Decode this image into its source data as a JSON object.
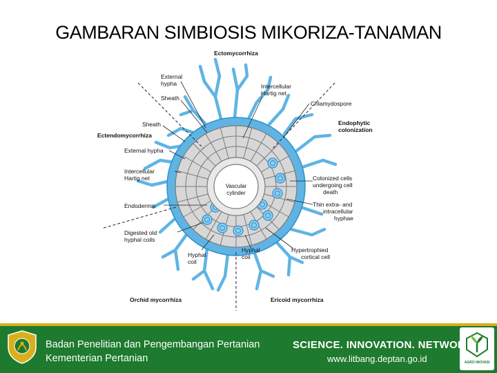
{
  "slide": {
    "title": "GAMBARAN SIMBIOSIS MIKORIZA-TANAMAN"
  },
  "diagram": {
    "labels": {
      "ectomycorrhiza": "Ectomycorrhiza",
      "external_hypha_top_1": "External",
      "external_hypha_top_2": "hypha",
      "sheath_top": "Sheath",
      "intercellular_hartig_top_1": "Intercellular",
      "intercellular_hartig_top_2": "Hartig net",
      "chlamydospore": "Chlamydospore",
      "endophytic_1": "Endophytic",
      "endophytic_2": "colonization",
      "sheath_left": "Sheath",
      "ectendomycorrhiza": "Ectendomycorrhiza",
      "external_hypha_left": "External hypha",
      "intercellular_hartig_left_1": "Intercellular",
      "intercellular_hartig_left_2": "Hartig net",
      "endodermis": "Endodermis",
      "vascular_1": "Vascular",
      "vascular_2": "cylinder",
      "colonized_1": "Colonized cells",
      "colonized_2": "undergoing cell",
      "colonized_3": "death",
      "thin_extra_1": "Thin extra- and",
      "thin_extra_2": "intracellular",
      "thin_extra_3": "hyphae",
      "digested_1": "Digested old",
      "digested_2": "hyphal coils",
      "hyphal_coil_left_1": "Hyphal",
      "hyphal_coil_left_2": "coil",
      "hyphal_coil_right_1": "Hyphal",
      "hyphal_coil_right_2": "coil",
      "hypertrophied_1": "Hypertrophied",
      "hypertrophied_2": "cortical cell",
      "orchid": "Orchid mycorrhiza",
      "ericoid": "Ericoid mycorrhiza"
    },
    "colors": {
      "hypha": "#5fb4e4",
      "hypha_stroke": "#2f8fc9",
      "cell_fill": "#d7d7d7",
      "cell_stroke": "#7a7a7a"
    }
  },
  "footer": {
    "agency_line1": "Badan Penelitian dan Pengembangan Pertanian",
    "agency_line2": "Kementerian Pertanian",
    "tagline": "SCIENCE. INNOVATION. NETWORKS",
    "url": "www.litbang.deptan.go.id",
    "badge_text": "AGRO INOVASI",
    "colors": {
      "background": "#1e7a2e",
      "band": "#d9b01c"
    }
  }
}
